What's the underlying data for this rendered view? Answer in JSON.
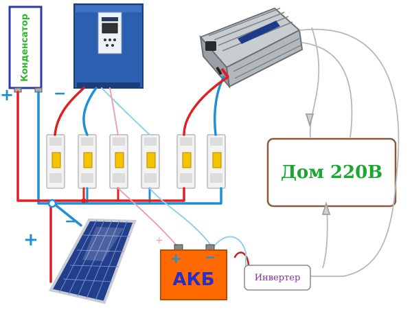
{
  "capacitor": {
    "label": "Конденсатор"
  },
  "house": {
    "label": "Дом 220В"
  },
  "battery": {
    "label": "АКБ",
    "plus": "+",
    "minus": "−"
  },
  "inverter": {
    "label": "Инвертер"
  },
  "polarity": {
    "cap_plus": "+",
    "cap_minus": "−",
    "panel_plus": "+",
    "panel_minus": "−",
    "tick_plus": "+"
  },
  "breakers": [
    {
      "id": "1"
    },
    {
      "id": "2"
    },
    {
      "id": "3"
    },
    {
      "id": "4"
    },
    {
      "id": "5"
    },
    {
      "id": "6"
    }
  ],
  "colors": {
    "positive_wire": "#e02020",
    "negative_wire": "#1e8fd8",
    "signal_wire": "#8fd0f0",
    "pink_wire": "#e9a0b8",
    "controller": "#2d5fb0",
    "breaker_handle": "#f5c400",
    "battery": "#ff6a00",
    "house_border": "#8b5a3c"
  }
}
